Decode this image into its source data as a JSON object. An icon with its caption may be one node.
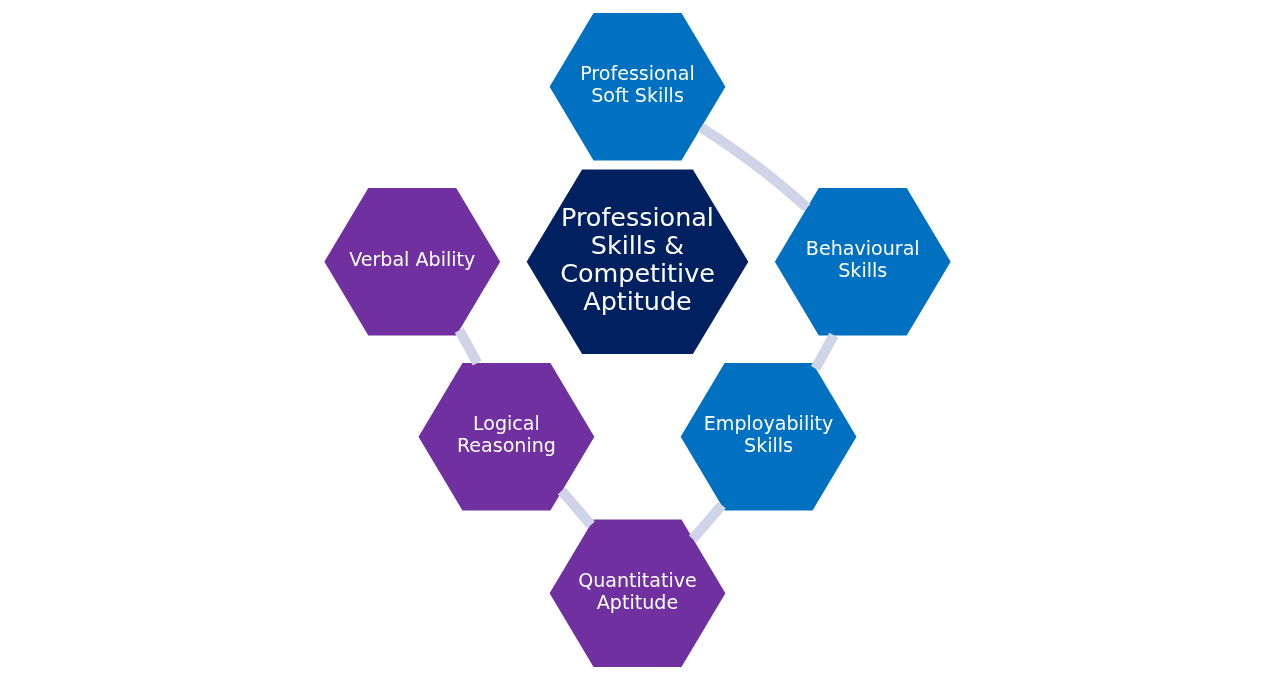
{
  "diagram": {
    "nodes": [
      {
        "text": [
          "Professional Soft Skills"
        ]
      },
      {
        "text": [
          "Verbal Ability"
        ]
      },
      {
        "text": [
          "Behavioural Skills"
        ]
      },
      {
        "text": [
          "Professional Skills & Competitive Aptitude"
        ]
      },
      {
        "text": [
          "Logical Reasoning"
        ]
      },
      {
        "text": [
          "Employability Skills"
        ]
      },
      {
        "text": [
          "Quantitative Aptitude"
        ]
      }
    ],
    "edges": [
      {
        "from": 0,
        "to": 2,
        "arrow": "none"
      },
      {
        "from": 2,
        "to": 5,
        "arrow": "none"
      },
      {
        "from": 5,
        "to": 6,
        "arrow": "none"
      },
      {
        "from": 6,
        "to": 4,
        "arrow": "none"
      },
      {
        "from": 4,
        "to": 1,
        "arrow": "none"
      }
    ]
  }
}
